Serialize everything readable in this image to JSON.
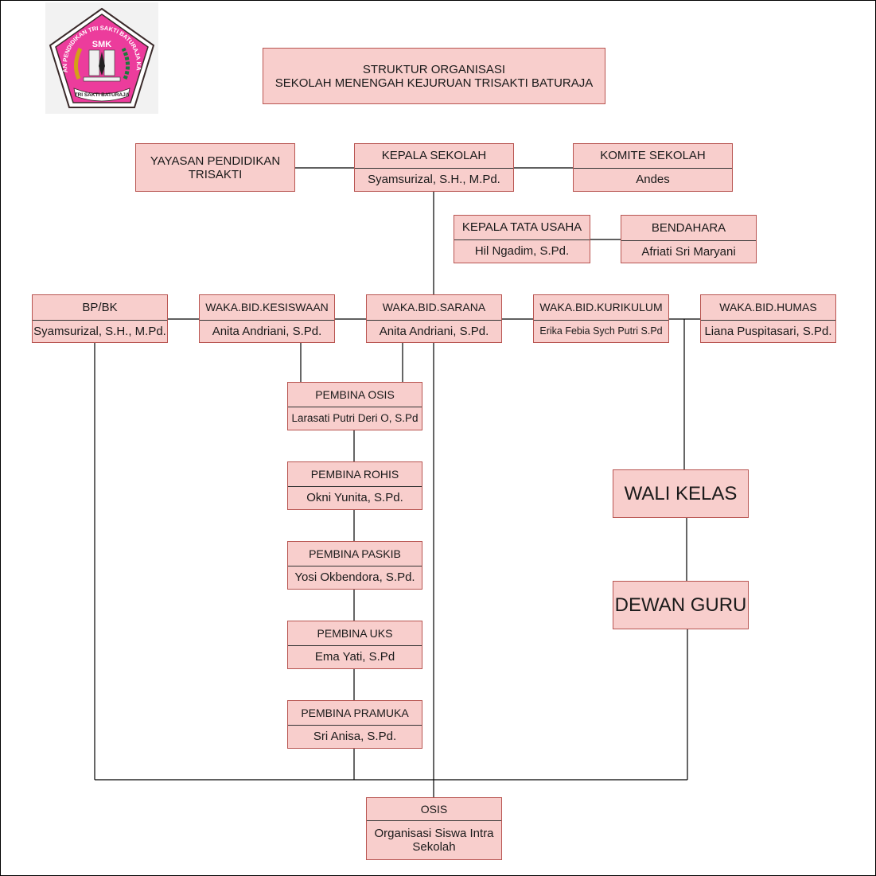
{
  "title": {
    "line1": "STRUKTUR ORGANISASI",
    "line2": "SEKOLAH MENENGAH KEJURUAN TRISAKTI BATURAJA"
  },
  "logo": {
    "icon": "smk-trisakti-logo-icon",
    "badge_text": "SMK",
    "arc_text": "YAYASAN PENDIDIKAN TRI SAKTI BATURAJA KAB. OKU",
    "ribbon_text": "TRI SAKTI BATURAJA",
    "colors": {
      "pentagon": "#ec3c9c",
      "border": "#3a2a2a",
      "ribbon": "#ffffff"
    }
  },
  "colors": {
    "box_fill": "#f8cecc",
    "box_border": "#b85450",
    "line": "#000000"
  },
  "nodes": {
    "yayasan": {
      "title": "YAYASAN PENDIDIKAN TRISAKTI"
    },
    "kepala_sekolah": {
      "title": "KEPALA SEKOLAH",
      "name": "Syamsurizal, S.H., M.Pd."
    },
    "komite": {
      "title": "KOMITE SEKOLAH",
      "name": "Andes"
    },
    "tata_usaha": {
      "title": "KEPALA TATA USAHA",
      "name": "Hil Ngadim, S.Pd."
    },
    "bendahara": {
      "title": "BENDAHARA",
      "name": "Afriati Sri Maryani"
    },
    "bpbk": {
      "title": "BP/BK",
      "name": "Syamsurizal, S.H., M.Pd."
    },
    "kesiswaan": {
      "title": "WAKA.BID.KESISWAAN",
      "name": "Anita Andriani, S.Pd."
    },
    "sarana": {
      "title": "WAKA.BID.SARANA",
      "name": "Anita Andriani, S.Pd."
    },
    "kurikulum": {
      "title": "WAKA.BID.KURIKULUM",
      "name": "Erika Febia Sych Putri S.Pd"
    },
    "humas": {
      "title": "WAKA.BID.HUMAS",
      "name": "Liana Puspitasari, S.Pd."
    },
    "pembina_osis": {
      "title": "PEMBINA OSIS",
      "name": "Larasati Putri Deri O, S.Pd"
    },
    "pembina_rohis": {
      "title": "PEMBINA ROHIS",
      "name": "Okni Yunita, S.Pd."
    },
    "pembina_paskib": {
      "title": "PEMBINA PASKIB",
      "name": "Yosi Okbendora, S.Pd."
    },
    "pembina_uks": {
      "title": "PEMBINA UKS",
      "name": "Ema Yati, S.Pd"
    },
    "pembina_pramuka": {
      "title": "PEMBINA PRAMUKA",
      "name": "Sri Anisa, S.Pd."
    },
    "wali_kelas": {
      "title": "WALI KELAS"
    },
    "dewan_guru": {
      "title": "DEWAN GURU"
    },
    "osis": {
      "title": "OSIS",
      "name": "Organisasi Siswa Intra Sekolah"
    }
  }
}
